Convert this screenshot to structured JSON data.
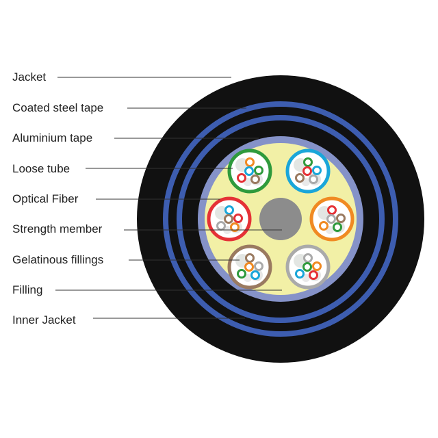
{
  "colors": {
    "jacket": "#111111",
    "coated_steel_tape": "#3d5db0",
    "aluminium_tape": "#8592c8",
    "filling": "#f2f0a6",
    "strength_member": "#8c8c8c",
    "leader_line": "#333333"
  },
  "labels": [
    "Jacket",
    "Coated steel tape",
    "Aluminium tape",
    "Loose tube",
    "Optical Fiber",
    "Strength member",
    "Gelatinous fillings",
    "Filling",
    "Inner Jacket"
  ],
  "loose_tubes": [
    {
      "ring_color": "#2f9a3c"
    },
    {
      "ring_color": "#1aa6d9"
    },
    {
      "ring_color": "#e53136"
    },
    {
      "ring_color": "#f08a22"
    },
    {
      "ring_color": "#9a7a60"
    },
    {
      "ring_color": "#aaaaaa"
    }
  ],
  "fiber_colors": [
    "#f08a22",
    "#2f9a3c",
    "#1aa6d9",
    "#e53136",
    "#9a7a60",
    "#aaaaaa"
  ]
}
